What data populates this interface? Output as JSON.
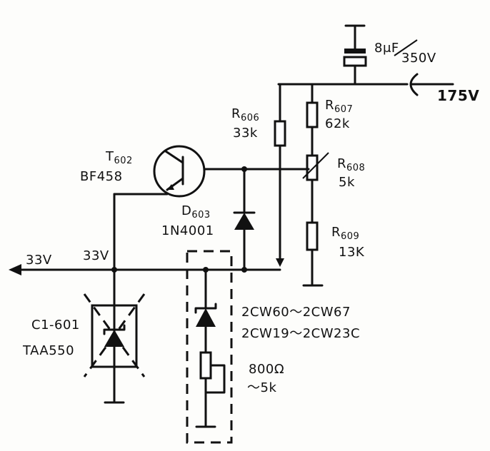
{
  "labels": {
    "cap_value": "8μF",
    "cap_voltage": "350V",
    "supply_175v": "175V",
    "r606_name": "R",
    "r606_sub": "606",
    "r606_value": "33k",
    "r607_name": "R",
    "r607_sub": "607",
    "r607_value": "62k",
    "r608_name": "R",
    "r608_sub": "608",
    "r608_value": "5k",
    "r609_name": "R",
    "r609_sub": "609",
    "r609_value": "13K",
    "t602_name": "T",
    "t602_sub": "602",
    "t602_type": "BF458",
    "d603_name": "D",
    "d603_sub": "603",
    "d603_type": "1N4001",
    "out_33v": "33V",
    "node_33v": "33V",
    "ic_name": "C1-601",
    "ic_type": "TAA550",
    "zener_range_1": "2CW60～2CW67",
    "zener_range_2": "2CW19～2CW23C",
    "trim_range_1": "800Ω",
    "trim_range_2": "～5k"
  }
}
